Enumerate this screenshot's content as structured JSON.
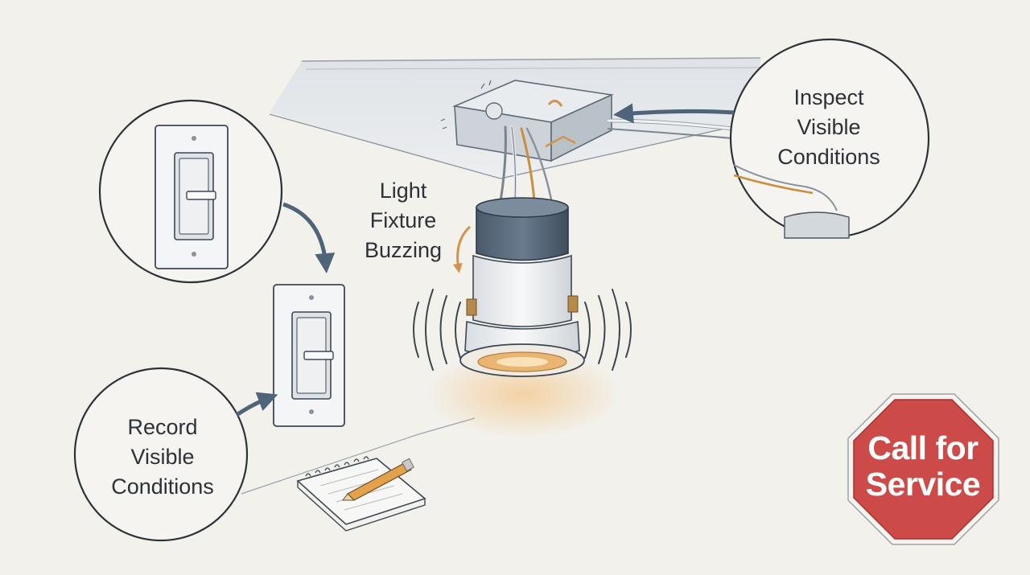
{
  "labels": {
    "fixture": [
      "Light",
      "Fixture",
      "Buzzing"
    ],
    "inspect": [
      "Inspect",
      "Visible",
      "Conditions"
    ],
    "record": [
      "Record",
      "Visible",
      "Conditions"
    ]
  },
  "stop_sign": {
    "lines": [
      "Call for",
      "Service"
    ],
    "color": "#cc4a47"
  },
  "colors": {
    "background": "#f2f1ec",
    "ink": "#2d3138",
    "arrow": "#4f6478",
    "motion_arrow": "#d4924a",
    "glow": "#f4b86a"
  },
  "icons": [
    "wall-switch-icon",
    "junction-box-icon",
    "light-fixture-icon",
    "notepad-icon",
    "pencil-icon",
    "stop-sign-icon",
    "sound-waves-icon"
  ]
}
